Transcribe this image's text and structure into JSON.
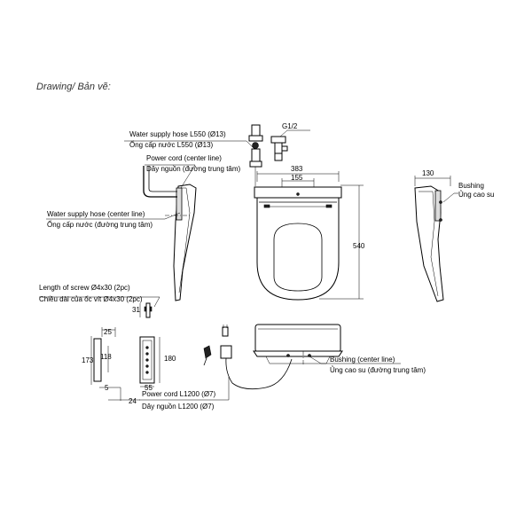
{
  "title": "Drawing/ Bản vẽ:",
  "labels": {
    "water_hose_en": "Water supply hose L550 (Ø13)",
    "water_hose_vi": "Ống cấp nước L550 (Ø13)",
    "g12": "G1/2",
    "power_center_en": "Power cord (center line)",
    "power_center_vi": "Dây nguồn (đường trung tâm)",
    "water_center_en": "Water supply hose (center line)",
    "water_center_vi": "Ống cấp nước (đường trung tâm)",
    "screw_en": "Length of screw Ø4x30 (2pc)",
    "screw_vi": "Chiều dài của ốc vít Ø4x30 (2pc)",
    "bushing_en": "Bushing",
    "bushing_vi": "Ủng cao su",
    "bushing_center_en": "Bushing (center line)",
    "bushing_center_vi": "Ủng cao su (đường trung tâm)",
    "power_cord_en": "Power cord L1200 (Ø7)",
    "power_cord_vi": "Dây nguồn L1200 (Ø7)"
  },
  "dimensions": {
    "width_383": "383",
    "width_155": "155",
    "length_540": "540",
    "depth_130": "130",
    "screw_31": "31",
    "remote_25": "25",
    "remote_173": "173",
    "remote_118": "118",
    "remote_180": "180",
    "remote_5": "5",
    "remote_24": "24",
    "remote_55": "55"
  }
}
